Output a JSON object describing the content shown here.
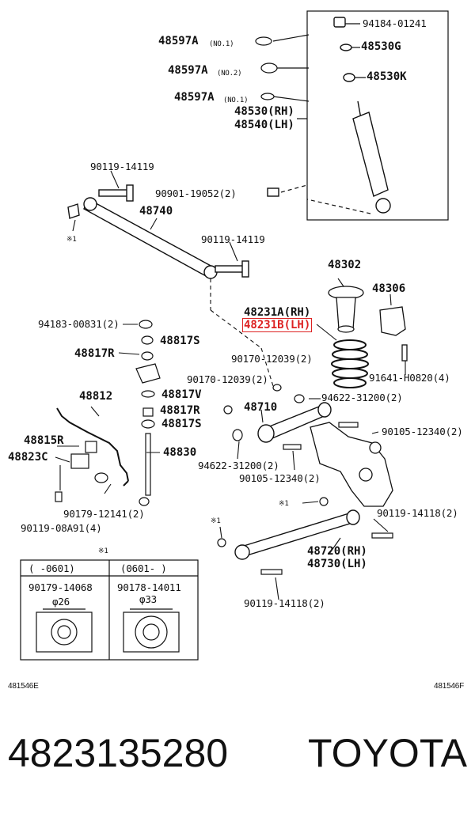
{
  "labels": {
    "p94184": "94184-01241",
    "p48530G": "48530G",
    "p48530K": "48530K",
    "p48597A1": "48597A",
    "p48597A1_note": "(NO.1)",
    "p48597A2": "48597A",
    "p48597A2_note": "(NO.2)",
    "p48597A3": "48597A",
    "p48597A3_note": "(NO.1)",
    "p48530rh": "48530(RH)",
    "p48540lh": "48540(LH)",
    "p90119a": "90119-14119",
    "p90901": "90901-19052(2)",
    "p48740": "48740",
    "mark1": "※1",
    "p90119b": "90119-14119",
    "p48302": "48302",
    "p48306": "48306",
    "p48231a": "48231A(RH)",
    "p48231b": "48231B(LH)",
    "p94183": "94183-00831(2)",
    "p48817s1": "48817S",
    "p48817r1": "48817R",
    "p90170a": "90170-12039(2)",
    "p91641": "91641-H0820(4)",
    "p90170b": "90170-12039(2)",
    "p48812": "48812",
    "p48817v": "48817V",
    "p48817r2": "48817R",
    "p48817s2": "48817S",
    "p48710": "48710",
    "p94622a": "94622-31200(2)",
    "p90105a": "90105-12340(2)",
    "p48815r": "48815R",
    "p48823c": "48823C",
    "p48830": "48830",
    "p94622b": "94622-31200(2)",
    "p90105b": "90105-12340(2)",
    "mark2": "※1",
    "p90179": "90179-12141(2)",
    "p90119c": "90119-08A91(4)",
    "p90119d": "90119-14118(2)",
    "mark3": "※1",
    "p48720": "48720(RH)",
    "p48730": "48730(LH)",
    "p90119e": "90119-14118(2)"
  },
  "table": {
    "mark": "※1",
    "col1_period": "(   -0601)",
    "col2_period": "(0601-    )",
    "col1_part": "90179-14068",
    "col2_part": "90178-14011",
    "col1_dia": "φ26",
    "col2_dia": "φ33"
  },
  "codes": {
    "left": "481546E",
    "right": "481546F"
  },
  "footer": {
    "part_number": "4823135280",
    "brand": "TOYOTA"
  },
  "highlight_color": "#dd2222"
}
